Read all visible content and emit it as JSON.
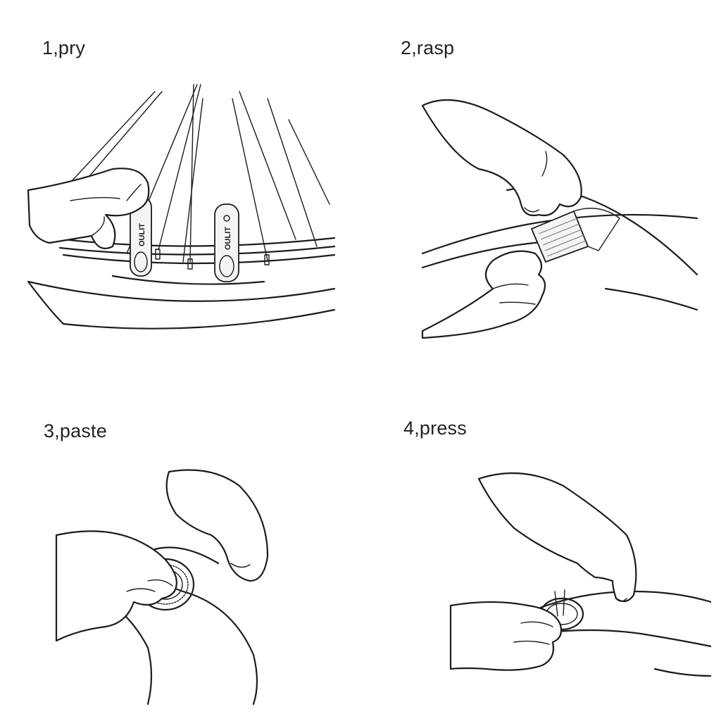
{
  "steps": [
    {
      "label": "1,pry"
    },
    {
      "label": "2,rasp"
    },
    {
      "label": "3,paste"
    },
    {
      "label": "4,press"
    }
  ],
  "tool_brand": "OULIT",
  "colors": {
    "background": "#ffffff",
    "ink": "#1c1c1c"
  },
  "icons": [
    "tire-lever-icon",
    "hand-icon",
    "wheel-icon",
    "patch-icon"
  ]
}
